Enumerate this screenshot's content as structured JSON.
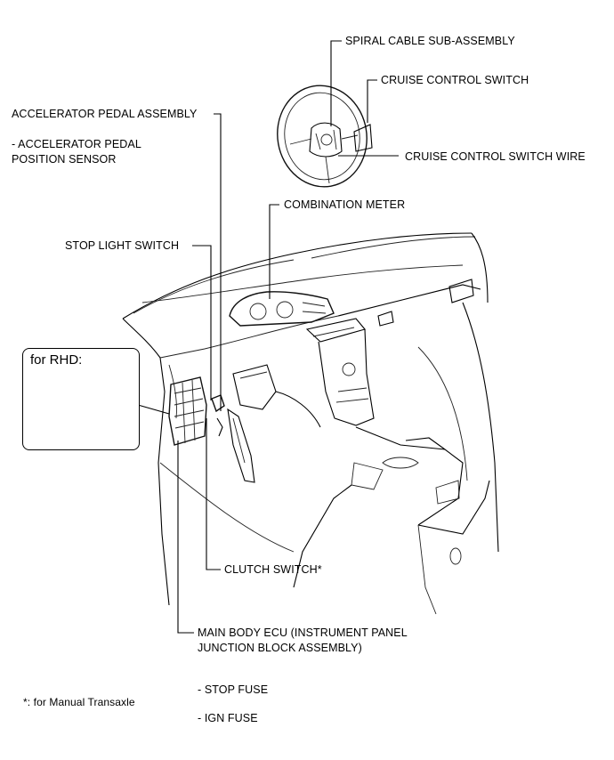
{
  "labels": {
    "spiral_cable": "SPIRAL CABLE SUB-ASSEMBLY",
    "cruise_switch": "CRUISE CONTROL SWITCH",
    "accel_pedal": "ACCELERATOR PEDAL ASSEMBLY",
    "accel_sensor_1": "- ACCELERATOR PEDAL",
    "accel_sensor_2": "POSITION SENSOR",
    "cruise_wire": "CRUISE CONTROL SWITCH WIRE",
    "comb_meter": "COMBINATION METER",
    "stop_light": "STOP LIGHT SWITCH",
    "clutch": "CLUTCH SWITCH*",
    "ecu_1": "MAIN BODY ECU (INSTRUMENT PANEL",
    "ecu_2": "JUNCTION BLOCK ASSEMBLY)",
    "stop_fuse": "- STOP FUSE",
    "ign_fuse": "- IGN FUSE",
    "footnote": "*: for Manual Transaxle"
  },
  "inset": {
    "title": "for RHD:"
  }
}
